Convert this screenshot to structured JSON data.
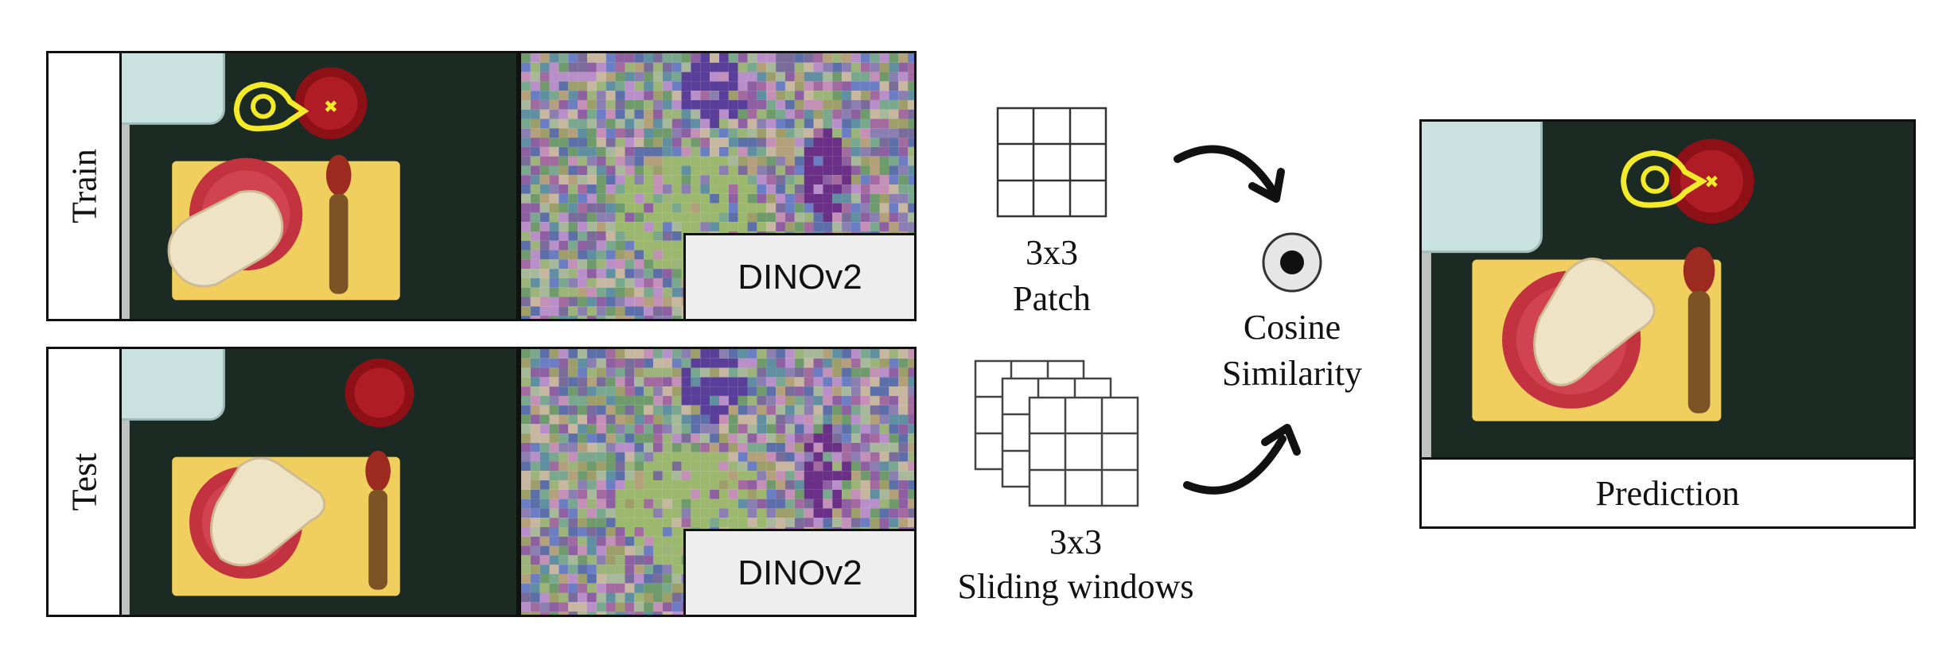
{
  "rows": {
    "train_label": "Train",
    "test_label": "Test"
  },
  "features": {
    "train_model_label": "DINOv2",
    "test_model_label": "DINOv2"
  },
  "patch": {
    "size_label": "3x3",
    "name_label": "Patch"
  },
  "windows": {
    "size_label": "3x3",
    "name_label": "Sliding windows"
  },
  "similarity": {
    "line1": "Cosine",
    "line2": "Similarity"
  },
  "output": {
    "label": "Prediction"
  },
  "colors": {
    "table_bg": "#1b2a22",
    "tray": "#c9e2e0",
    "placemat": "#f1cf5e",
    "plate": "#c2323f",
    "bread": "#efe3c6",
    "bowl": "#a8141c",
    "spoon": "#8a5a2a",
    "marker": "#f3ea2a"
  }
}
